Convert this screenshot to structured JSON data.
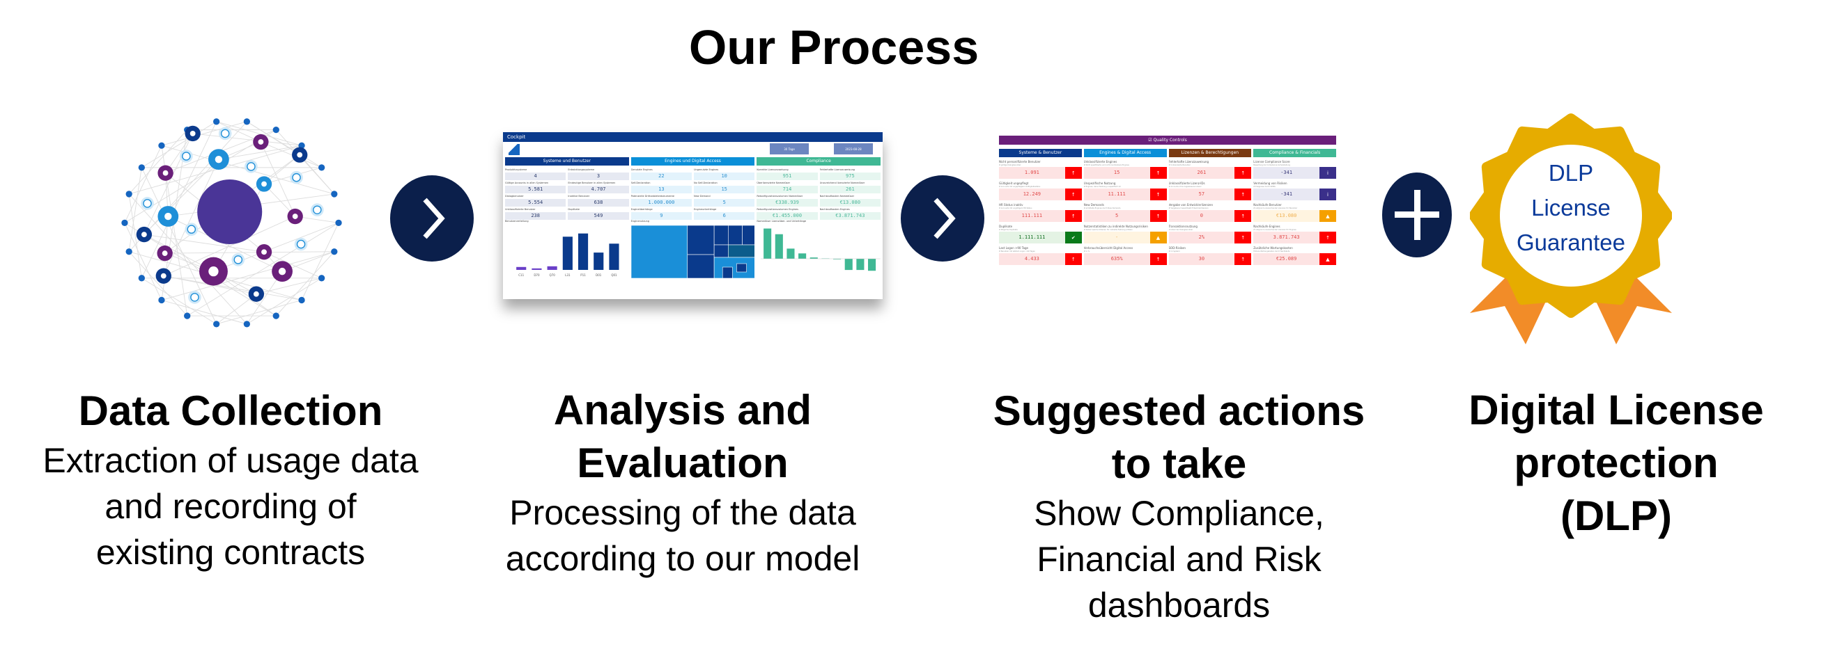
{
  "title": "Our Process",
  "colors": {
    "navy": "#0b1f4b",
    "gold": "#e6ac00",
    "orange": "#f28c28",
    "badge_text": "#0b3a9a"
  },
  "steps": [
    {
      "heading": [
        "Data Collection"
      ],
      "body": [
        "Extraction of usage data",
        "and recording of",
        "existing contracts"
      ]
    },
    {
      "heading": [
        "Analysis and",
        "Evaluation"
      ],
      "body": [
        "Processing of the data",
        "according to our model"
      ]
    },
    {
      "heading": [
        "Suggested actions",
        "to take"
      ],
      "body": [
        "Show Compliance,",
        "Financial and Risk",
        "dashboards"
      ]
    },
    {
      "heading": [
        "Digital License",
        "protection",
        "(DLP)"
      ],
      "body": []
    }
  ],
  "badge": {
    "lines": [
      "DLP",
      "License",
      "Guarantee"
    ]
  },
  "connectors": [
    "chevron-right-icon",
    "chevron-right-icon",
    "plus-icon"
  ],
  "cockpit": {
    "title": "Cockpit",
    "pills": [
      "30 Tage",
      "2023-08-28"
    ],
    "sections": [
      {
        "name": "Systeme und Benutzer",
        "color": "#0a3a8c",
        "cell_bg": "#e6e9f2",
        "value_color": "#2a3a6a",
        "cells": [
          [
            "Produktivsysteme",
            "4"
          ],
          [
            "Entwicklungssysteme",
            "3"
          ],
          [
            "Gültige Accounts in allen Systemen",
            "5.581"
          ],
          [
            "Eindeutige Benutzer in allen Systemen",
            "4.707"
          ],
          [
            "Dialogbenutzer",
            "5.554"
          ],
          [
            "Inaktive Benutzer",
            "638"
          ],
          [
            "Unklassifizierte Benutzer",
            "238"
          ],
          [
            "Duplikate",
            "549"
          ]
        ],
        "chart_title": "Benutzerverteilung"
      },
      {
        "name": "Engines und Digital Access",
        "color": "#0a8fd8",
        "cell_bg": "#e3f3fc",
        "value_color": "#2a8fcf",
        "cells": [
          [
            "Genutzte Engines",
            "22"
          ],
          [
            "Ungenutzte Engines",
            "10"
          ],
          [
            "Self-Declaration",
            "13"
          ],
          [
            "No Self-Declaration",
            "15"
          ],
          [
            "Potenzielle Drittanbieterdokumente",
            "1.000.000"
          ],
          [
            "New Demand",
            "5"
          ],
          [
            "Engineüberhänge",
            "9"
          ],
          [
            "Engineunterhänge",
            "6"
          ]
        ],
        "chart_title": "Enginenutzung"
      },
      {
        "name": "Compliance",
        "color": "#3fb894",
        "cell_bg": "#e6f6f0",
        "value_color": "#4cb89a",
        "cells": [
          [
            "Korrekte Lizenzzuweisung",
            "951"
          ],
          [
            "Fehlerhafte Lizenzzuweisung",
            "975"
          ],
          [
            "Überlizenzierte Namedüser",
            "714"
          ],
          [
            "Unzureichend lizenzierte Namedüser",
            "261"
          ],
          [
            "Rekonfigurationsvolumen Namedüser",
            "€338.939"
          ],
          [
            "Nachkaufkosten Namedüser",
            "€13.080"
          ],
          [
            "Rekonfigurationsvolumen Engines",
            "€1.455.000"
          ],
          [
            "Nachkaufkosten Engines",
            "€3.871.743"
          ]
        ],
        "chart_title": "Namedüser Lizenzüber- und Unterhänge"
      }
    ],
    "bar_chart": {
      "categories": [
        "C11",
        "D70",
        "Q70",
        "L31",
        "P11",
        "D01",
        "Q01"
      ],
      "values": [
        112,
        57,
        138,
        1273,
        1396,
        664,
        1006
      ]
    },
    "compliance_chart": {
      "values": [
        378,
        307,
        127,
        67,
        16,
        4,
        -7,
        -140,
        -140,
        -150
      ]
    }
  },
  "quality": {
    "title": "Quality Controls",
    "sections": [
      {
        "name": "Systeme & Benutzer",
        "color": "#0a3a8c",
        "rows": [
          {
            "label": "Nicht personifizierte Benutzer",
            "sub": "# gültige Dialogbenutzer",
            "value": "1.091",
            "status": "alert"
          },
          {
            "label": "Gültigkeit ungepflegt",
            "sub": "# Accounts mit ungepflegtem Gültigkeitsstatus",
            "value": "12.249",
            "status": "alert"
          },
          {
            "label": "HR Status inaktiv",
            "sub": "# Accounts mit ungültigem HR Status",
            "value": "111.111",
            "status": "alert"
          },
          {
            "label": "Duplikate",
            "sub": "# Mögliche Duplikate",
            "value": "1.111.111",
            "status": "ok"
          },
          {
            "label": "Last Logon >90 Tage",
            "sub": "# Benutzer mit letztem Logon >90 Tagen",
            "value": "4.433",
            "status": "alert"
          }
        ]
      },
      {
        "name": "Engines & Digital Access",
        "color": "#0a8fd8",
        "rows": [
          {
            "label": "Unklassifizierte Engines",
            "sub": "# Nicht spezifizierte und nicht zuordenbare Engines",
            "value": "15",
            "status": "alert"
          },
          {
            "label": "Unspezifische Nutzung",
            "sub": "# Engines, deren Nutzung unspezifisch ist",
            "value": "11.111",
            "status": "alert"
          },
          {
            "label": "New Demands",
            "sub": "# ermittelte Engines durch New Demands",
            "value": "5",
            "status": "alert"
          },
          {
            "label": "Nutzerstatistiken zu indirekte Nutzungsrisiken",
            "sub": "# Nutzer welche Kriterien für indirekte Nutzung erfüllen",
            "value": "-",
            "status": "warn"
          },
          {
            "label": "Verbrauchsübersicht Digital Access",
            "sub": "# in %",
            "value": "635%",
            "status": "alert"
          }
        ]
      },
      {
        "name": "Lizenzen & Berechtigungen",
        "color": "#7a3a12",
        "rows": [
          {
            "label": "Fehlerhafte Lizenzzuweisung",
            "sub": "# Unlizenzierte Benutzer",
            "value": "261",
            "status": "alert"
          },
          {
            "label": "Unklassifizierte Lizenz-IDs",
            "sub": "# Accounts ohne zugewiesene Lizenz",
            "value": "57",
            "status": "alert"
          },
          {
            "label": "Vergabe von Entwicklerlizenzen",
            "sub": "# Vergebener Gesamtsatz Entwicklerlizenzen",
            "value": "0",
            "status": "alert"
          },
          {
            "label": "Transaktionsnutzung",
            "sub": "Ø Anteil der Dialogbenutzer",
            "value": "2%",
            "status": "alert"
          },
          {
            "label": "SOD-Risiken",
            "sub": "# im System",
            "value": "30",
            "status": "alert"
          }
        ]
      },
      {
        "name": "Compliance & Financials",
        "color": "#3fb894",
        "rows": [
          {
            "label": "License Compliance Score",
            "sub": "Bewertung der Compliance-Sicherstellung",
            "value": "-341",
            "status": "info"
          },
          {
            "label": "Vermeidung von Risiken",
            "sub": "# Ereignisse durch KPMG",
            "value": "-341",
            "status": "info"
          },
          {
            "label": "Nachkäufe Benutzer",
            "sub": "# Aufgrund unzureichender Lizenzen für Benutzer",
            "value": "€13.080",
            "status": "warn"
          },
          {
            "label": "Nachkäufe Engines",
            "sub": "# Aufgrund unzureichender Lizenzen für Engines",
            "value": "3.871.743",
            "status": "alert"
          },
          {
            "label": "Zusätzliche Wartungskosten",
            "sub": "Höhere Wartungskosten durch Nachkäufe",
            "value": "€25.089",
            "status": "alert2"
          }
        ]
      }
    ]
  }
}
